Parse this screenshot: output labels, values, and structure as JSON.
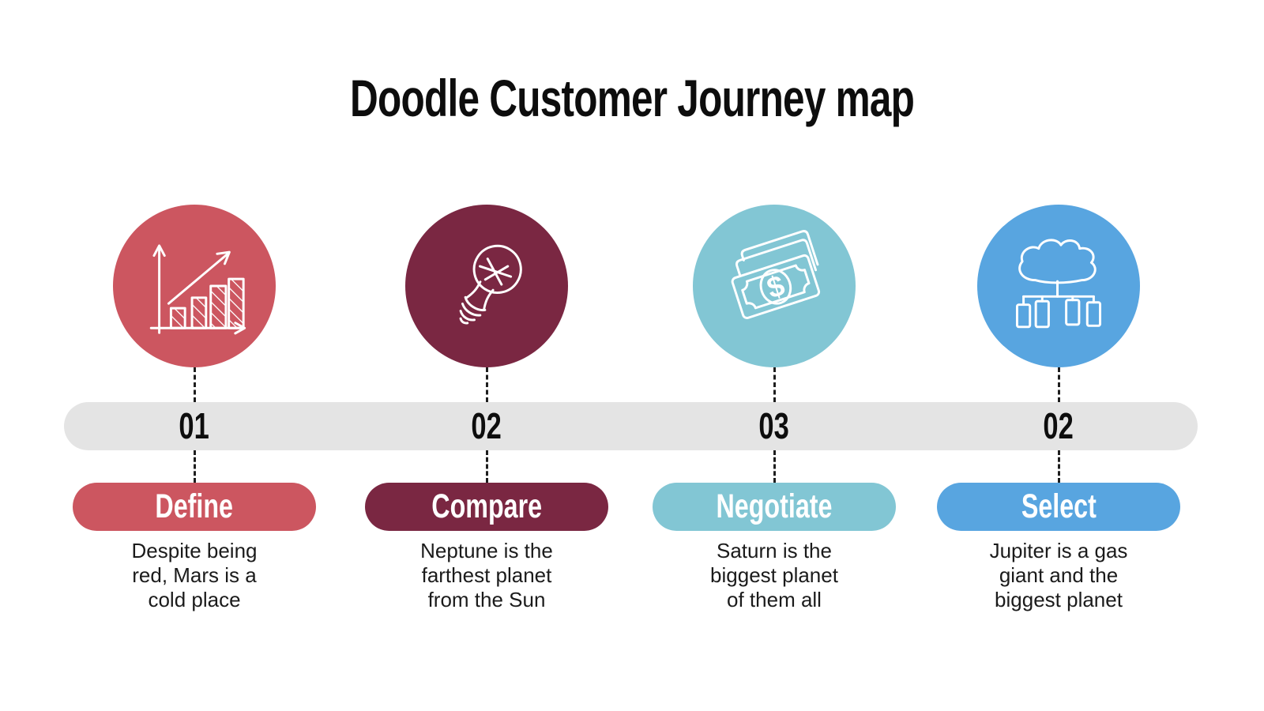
{
  "title": "Doodle Customer Journey map",
  "colors": {
    "background": "#ffffff",
    "timeline_bar": "#e4e4e4",
    "heading_text": "#0d0d0d",
    "description_text": "#1b1b1b",
    "stage_define": "#cc5660",
    "stage_compare": "#7a2742",
    "stage_negotiate": "#82c6d4",
    "stage_select": "#58a5e0"
  },
  "stages": [
    {
      "number": "01",
      "label": "Define",
      "color": "#cc5660",
      "icon": "doodle-bar-chart-icon",
      "description": "Despite being\nred, Mars is a\ncold place"
    },
    {
      "number": "02",
      "label": "Compare",
      "color": "#7a2742",
      "icon": "doodle-lightbulb-icon",
      "description": "Neptune is the\nfarthest planet\nfrom the Sun"
    },
    {
      "number": "03",
      "label": "Negotiate",
      "color": "#82c6d4",
      "icon": "doodle-money-icon",
      "description": "Saturn is the\nbiggest planet\nof them all"
    },
    {
      "number": "02",
      "label": "Select",
      "color": "#58a5e0",
      "icon": "doodle-cloud-hierarchy-icon",
      "description": "Jupiter is  a gas\ngiant and the\nbiggest planet"
    }
  ]
}
